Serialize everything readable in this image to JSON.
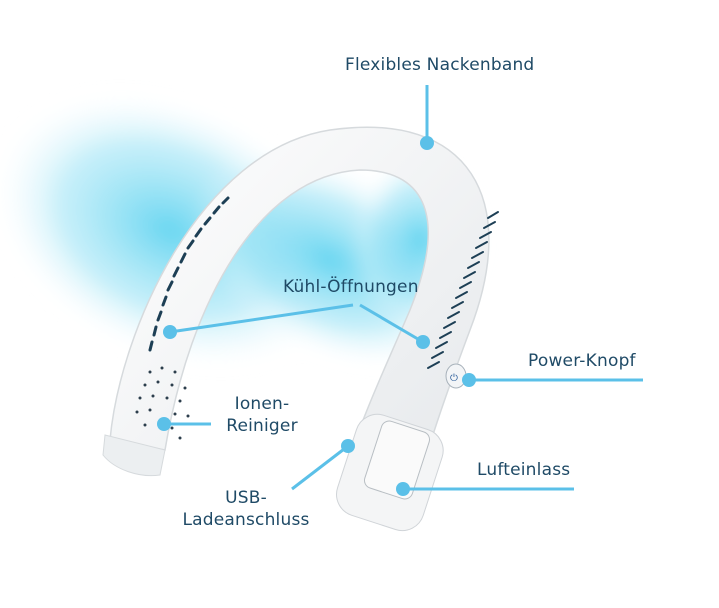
{
  "diagram": {
    "subject": "Neck fan (Nackenventilator)",
    "accent_color": "#5bc0e8",
    "text_color": "#1f4a66",
    "labels": {
      "neckband": "Flexibles Nackenband",
      "cooling_vents": "Kühl-Öffnungen",
      "power_button": "Power-Knopf",
      "ion_purifier_line1": "Ionen-",
      "ion_purifier_line2": "Reiniger",
      "air_intake": "Lufteinlass",
      "usb_line1": "USB-",
      "usb_line2": "Ladeanschluss"
    }
  }
}
